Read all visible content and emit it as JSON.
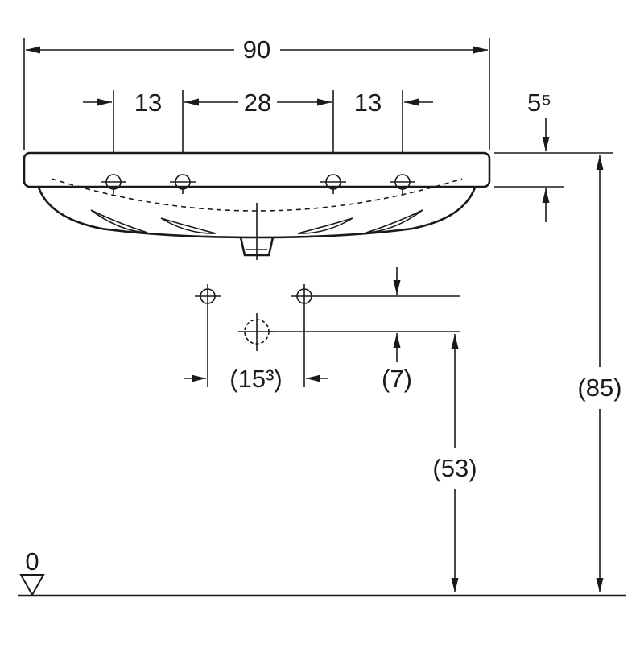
{
  "drawing": {
    "colors": {
      "line": "#1a1a1a",
      "background": "#ffffff"
    },
    "dimensions": {
      "overall_width": "90",
      "tap_hole_left": "13",
      "tap_hole_center": "28",
      "tap_hole_right": "13",
      "edge_thickness": "5⁵",
      "fixing_hole_spacing": "(15³)",
      "trap_offset": "(7)",
      "trap_height": "(53)",
      "overall_height": "(85)",
      "datum_level": "0"
    }
  }
}
